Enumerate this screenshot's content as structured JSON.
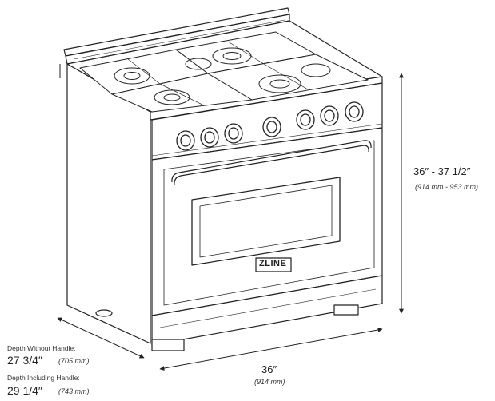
{
  "brand_badge": "ZLINE",
  "dimensions": {
    "height": {
      "imperial": "36″ - 37 1/2″",
      "metric": "(914 mm - 953 mm)"
    },
    "width": {
      "imperial": "36″",
      "metric": "(914 mm)"
    },
    "depth_without_handle": {
      "label": "Depth Without Handle:",
      "imperial": "27 3/4″",
      "metric": "(705 mm)"
    },
    "depth_including_handle": {
      "label": "Depth Including Handle:",
      "imperial": "29 1/4″",
      "metric": "(743 mm)"
    }
  },
  "colors": {
    "line": "#222222",
    "background": "#ffffff"
  },
  "icons": [
    "range-illustration",
    "burner-grate",
    "control-knob",
    "oven-handle",
    "dimension-arrow"
  ]
}
